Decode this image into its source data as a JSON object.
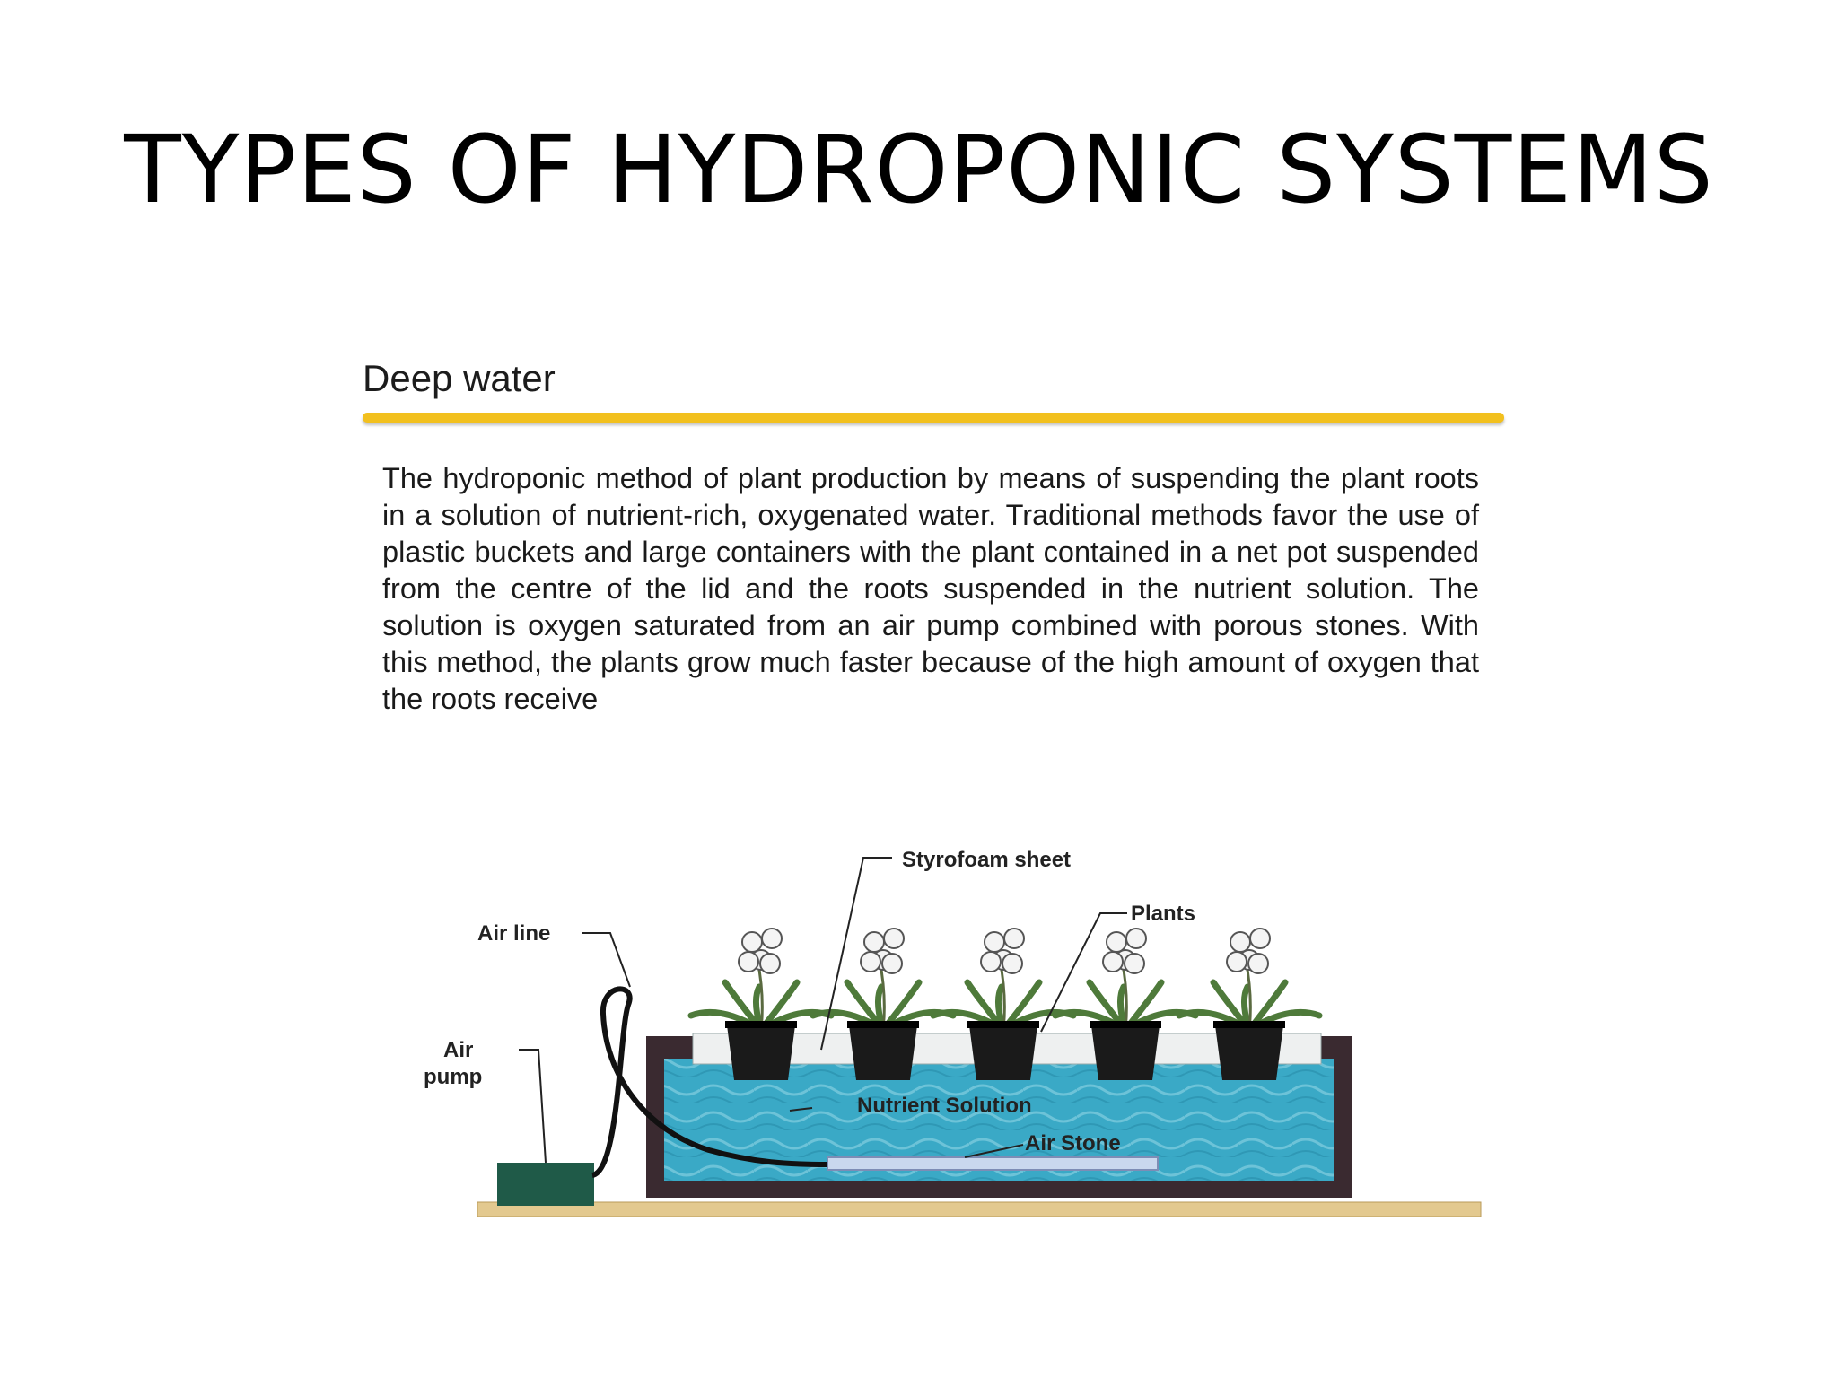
{
  "slide": {
    "title": "TYPES OF HYDROPONIC SYSTEMS"
  },
  "section": {
    "heading": "Deep water",
    "rule_color": "#f2c01e",
    "description": "The hydroponic method of plant production by means of suspending the plant roots in a solution of nutrient-rich, oxygenated water. Traditional methods favor the use of plastic buckets and large containers with the plant contained in a net pot suspended from the centre of the lid and the roots suspended in the nutrient solution. The solution is oxygen saturated from an air pump combined with porous stones. With this method, the plants grow much faster because of the high amount of oxygen that the roots receive"
  },
  "diagram": {
    "labels": {
      "styrofoam": "Styrofoam sheet",
      "plants": "Plants",
      "air_line": "Air line",
      "air_pump_line1": "Air",
      "air_pump_line2": "pump",
      "nutrient": "Nutrient Solution",
      "air_stone": "Air Stone"
    },
    "colors": {
      "water": "#3aa9c6",
      "tank": "#3a2a30",
      "pump": "#1f5a48",
      "base_board": "#e3c98f",
      "styrofoam": "#eef0f0",
      "pot": "#1a1a1a",
      "leaf": "#4e7a3a"
    },
    "plant_count": 5
  }
}
